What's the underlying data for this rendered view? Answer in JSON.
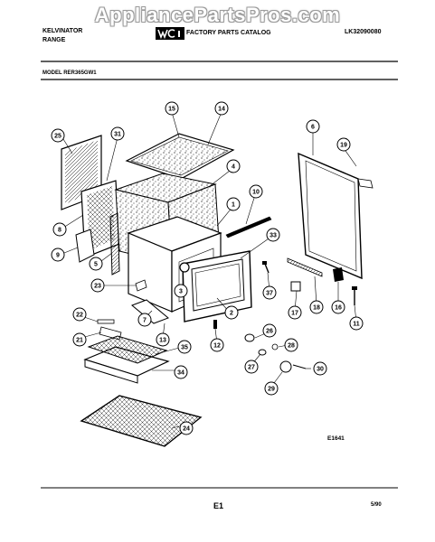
{
  "watermark": "AppliancePartsPros.com",
  "header": {
    "brand": "KELVINATOR",
    "product": "RANGE",
    "catalog_title": "FACTORY PARTS CATALOG",
    "catalog_number": "LK32090080",
    "logo_text": "WCI"
  },
  "model_label": "MODEL RER365GW1",
  "diagram": {
    "callouts": [
      "1",
      "2",
      "3",
      "4",
      "5",
      "6",
      "7",
      "8",
      "9",
      "10",
      "11",
      "12",
      "13",
      "14",
      "15",
      "16",
      "17",
      "18",
      "19",
      "21",
      "22",
      "23",
      "24",
      "25",
      "26",
      "27",
      "28",
      "29",
      "30",
      "31",
      "33",
      "34",
      "35",
      "37"
    ],
    "figure_code": "E1641"
  },
  "footer": {
    "page": "E1",
    "date": "5/90"
  }
}
